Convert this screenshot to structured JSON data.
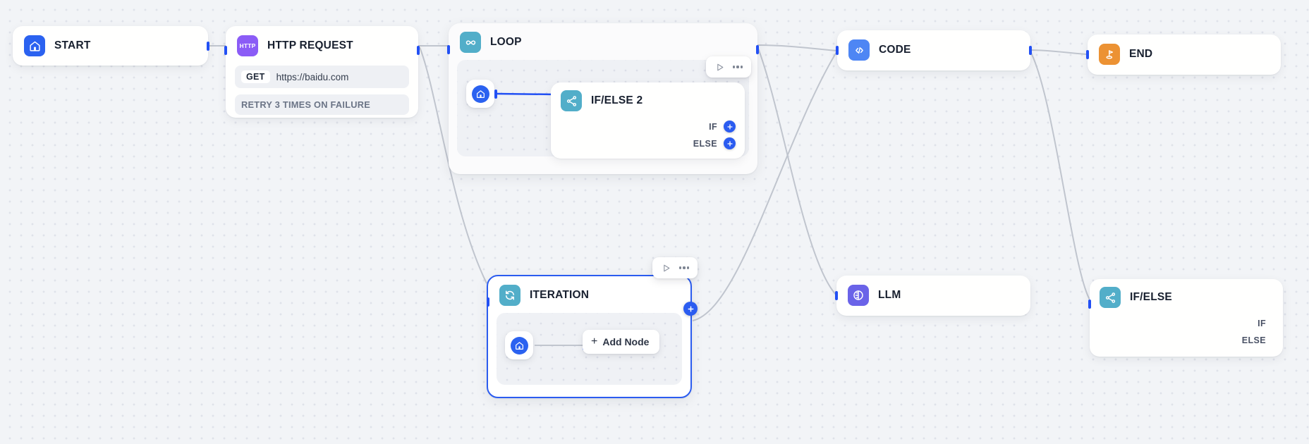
{
  "canvas": {
    "background_color": "#f2f4f7",
    "dot_color": "#dfe2ea",
    "edge_color": "#c0c5ce",
    "accent_color": "#2b5cf0"
  },
  "nodes": {
    "start": {
      "title": "START",
      "icon": "home-icon",
      "icon_color": "#2b62f0"
    },
    "http_request": {
      "title": "HTTP REQUEST",
      "icon": "http-icon",
      "icon_label": "HTTP",
      "icon_color": "#8b5cf6",
      "method": "GET",
      "url": "https://baidu.com",
      "retry": "RETRY 3 TIMES ON FAILURE"
    },
    "loop": {
      "title": "LOOP",
      "icon": "infinity-icon",
      "icon_color": "#52aec9"
    },
    "if_else_2": {
      "title": "IF/ELSE 2",
      "icon": "branch-icon",
      "icon_color": "#52aec9",
      "branches": [
        {
          "label": "IF",
          "has_add": true
        },
        {
          "label": "ELSE",
          "has_add": true
        }
      ]
    },
    "code": {
      "title": "CODE",
      "icon": "code-icon",
      "icon_color": "#4e86f4"
    },
    "end": {
      "title": "END",
      "icon": "flag-icon",
      "icon_color": "#ec9233"
    },
    "iteration": {
      "title": "ITERATION",
      "icon": "refresh-cycle-icon",
      "icon_color": "#52aec9",
      "selected": true,
      "add_node_label": "Add Node"
    },
    "llm": {
      "title": "LLM",
      "icon": "brain-icon",
      "icon_color": "#6a63e8"
    },
    "if_else": {
      "title": "IF/ELSE",
      "icon": "branch-icon",
      "icon_color": "#52aec9",
      "branches": [
        {
          "label": "IF",
          "has_add": false
        },
        {
          "label": "ELSE",
          "has_add": false
        }
      ]
    }
  },
  "toolbars": {
    "loop_toolbar": {
      "run_icon": "play-icon",
      "more_icon": "more-horizontal-icon"
    },
    "iteration_toolbar": {
      "run_icon": "play-icon",
      "more_icon": "more-horizontal-icon"
    }
  }
}
